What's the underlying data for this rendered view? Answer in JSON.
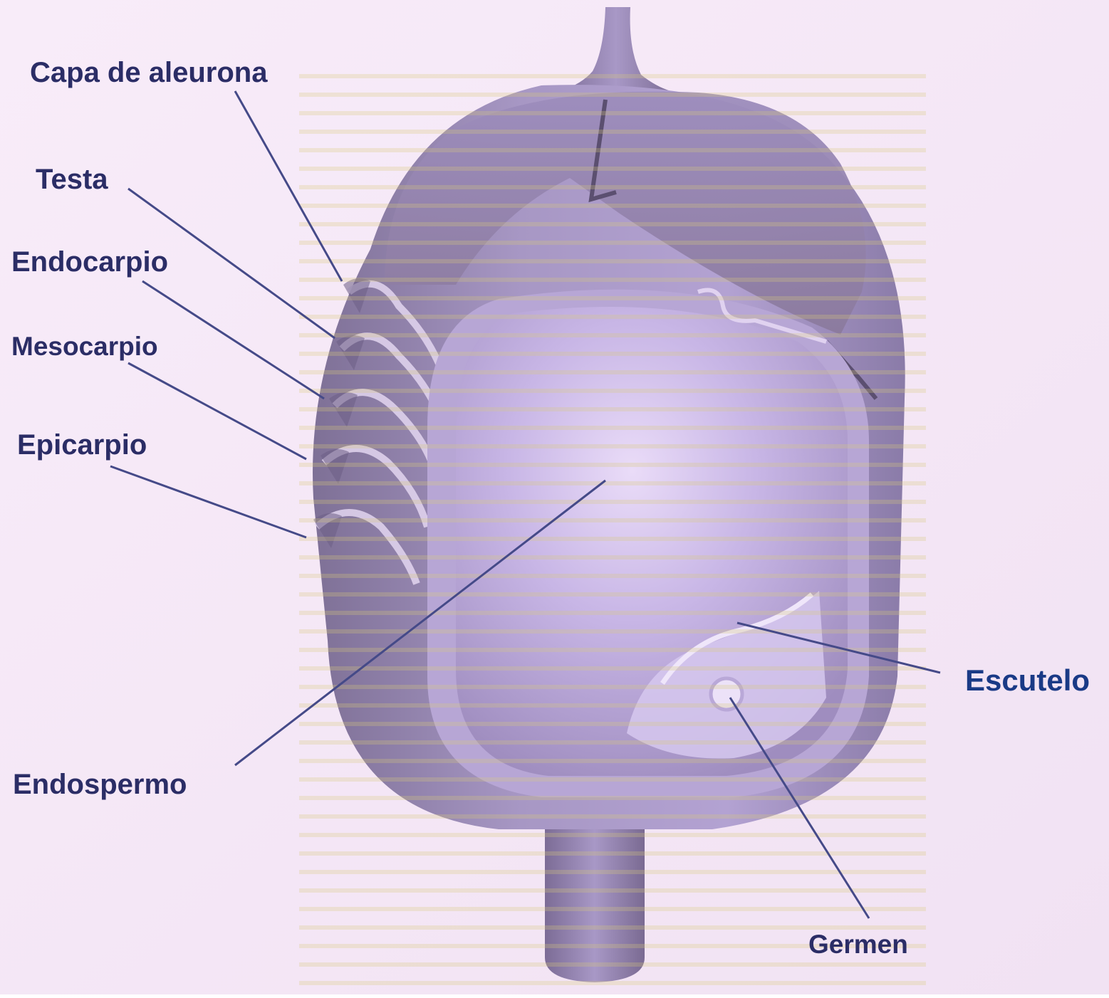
{
  "labels": {
    "capa_de_aleurona": "Capa de aleurona",
    "testa": "Testa",
    "endocarpio": "Endocarpio",
    "mesocarpio": "Mesocarpio",
    "epicarpio": "Epicarpio",
    "endospermo": "Endospermo",
    "escutelo": "Escutelo",
    "germen": "Germen"
  },
  "colors": {
    "background": "#f6e8f8",
    "seed_fill": "#a998cc",
    "seed_shadow": "#7d6e9a",
    "seed_inner": "#c9b8e8",
    "label_text": "#2b2d66",
    "leader_line": "#4a4f8e",
    "escutelo_text": "#1a3a86"
  }
}
